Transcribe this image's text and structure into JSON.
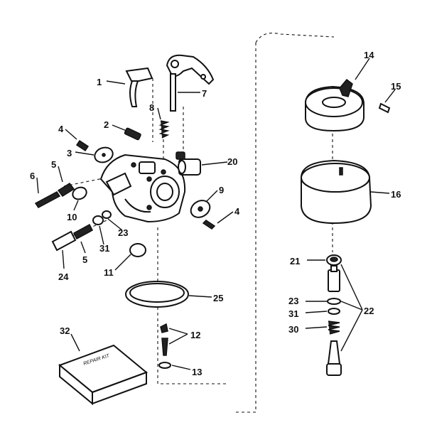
{
  "diagram": {
    "callouts": [
      {
        "id": "c1",
        "label": "1"
      },
      {
        "id": "c2",
        "label": "2"
      },
      {
        "id": "c3",
        "label": "3"
      },
      {
        "id": "c4a",
        "label": "4"
      },
      {
        "id": "c4b",
        "label": "4"
      },
      {
        "id": "c5a",
        "label": "5"
      },
      {
        "id": "c5b",
        "label": "5"
      },
      {
        "id": "c6",
        "label": "6"
      },
      {
        "id": "c7",
        "label": "7"
      },
      {
        "id": "c8",
        "label": "8"
      },
      {
        "id": "c9",
        "label": "9"
      },
      {
        "id": "c10",
        "label": "10"
      },
      {
        "id": "c11",
        "label": "11"
      },
      {
        "id": "c12",
        "label": "12"
      },
      {
        "id": "c13",
        "label": "13"
      },
      {
        "id": "c14",
        "label": "14"
      },
      {
        "id": "c15",
        "label": "15"
      },
      {
        "id": "c16",
        "label": "16"
      },
      {
        "id": "c20",
        "label": "20"
      },
      {
        "id": "c21",
        "label": "21"
      },
      {
        "id": "c22",
        "label": "22"
      },
      {
        "id": "c23a",
        "label": "23"
      },
      {
        "id": "c23b",
        "label": "23"
      },
      {
        "id": "c24",
        "label": "24"
      },
      {
        "id": "c25",
        "label": "25"
      },
      {
        "id": "c30",
        "label": "30"
      },
      {
        "id": "c31a",
        "label": "31"
      },
      {
        "id": "c31b",
        "label": "31"
      },
      {
        "id": "c32",
        "label": "32"
      }
    ],
    "kit_label": "REPAIR KIT"
  }
}
